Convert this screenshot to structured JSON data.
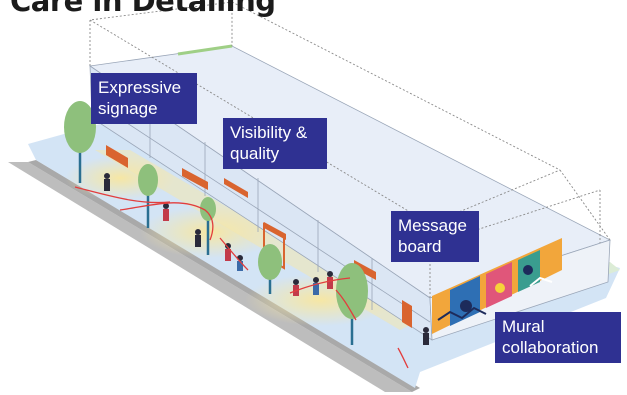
{
  "title": "Care in Detailing",
  "labels": {
    "expressive_signage": [
      "Expressive",
      "signage"
    ],
    "visibility_quality": [
      "Visibility &",
      "quality"
    ],
    "message_board": [
      "Message",
      "board"
    ],
    "mural_collaboration": [
      "Mural",
      "collaboration"
    ]
  },
  "colors": {
    "label_bg": "#2f3192",
    "label_text": "#ffffff",
    "roof": "#e8eef8",
    "facade": "#dbe6f4",
    "sidewalk": "#cfe1f3",
    "street": "#bdbdbd",
    "grass": "#dcecd6",
    "glow": "#f6e7a6",
    "tree": "#8ec07c",
    "sign": "#d9642f",
    "path": "#e23d3d"
  }
}
